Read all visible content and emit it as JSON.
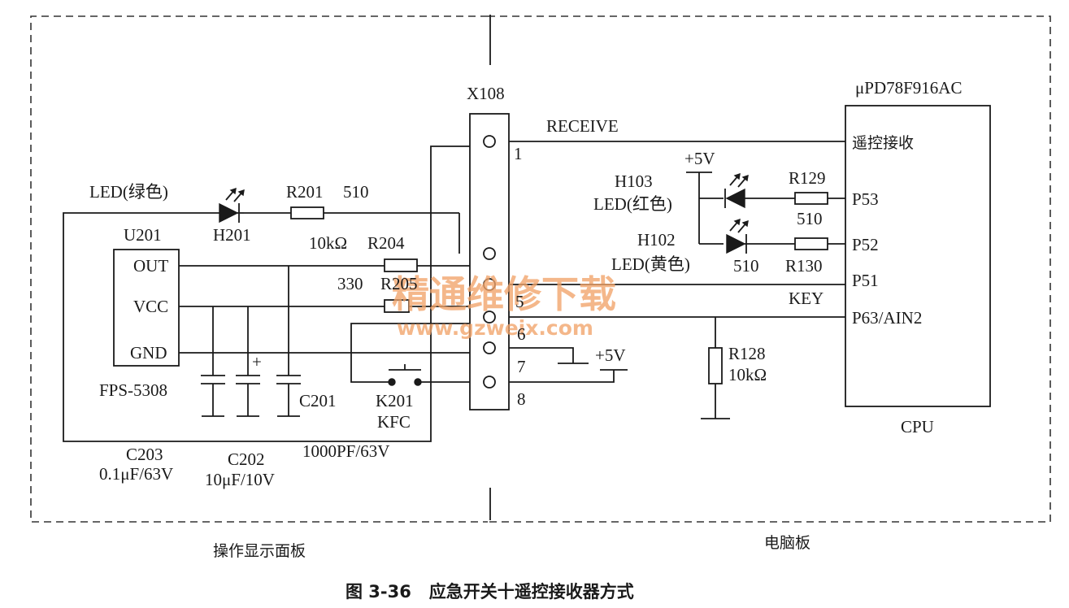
{
  "figure": {
    "caption": "图 3-36   应急开关十遥控接收器方式",
    "left_board_label": "操作显示面板",
    "right_board_label": "电脑板"
  },
  "watermark": {
    "text_cn": "精通维修下载",
    "text_url": "www.gzweix.com",
    "color": "#f2a46a"
  },
  "connector": {
    "ref": "X108",
    "pins": [
      "1",
      "5",
      "6",
      "7",
      "8"
    ]
  },
  "left_board": {
    "module_ref": "U201",
    "module_part": "FPS-5308",
    "module_pins": [
      "OUT",
      "VCC",
      "GND"
    ],
    "led_label": "LED(绿色)",
    "led_ref": "H201",
    "r201_ref": "R201",
    "r201_value": "510",
    "r204_ref": "R204",
    "r204_value": "10kΩ",
    "r205_ref": "R205",
    "r205_value": "330",
    "c201_ref": "C201",
    "c201_value": "1000PF/63V",
    "c202_ref": "C202",
    "c202_value": "10μF/10V",
    "c203_ref": "C203",
    "c203_value": "0.1μF/63V",
    "c202_polarity": "+",
    "switch_ref": "K201",
    "switch_name": "KFC"
  },
  "right_board": {
    "cpu_part": "μPD78F916AC",
    "cpu_label": "CPU",
    "cpu_pins": [
      "遥控接收",
      "P53",
      "P52",
      "P51",
      "P63/AIN2"
    ],
    "receive_net": "RECEIVE",
    "key_net": "KEY",
    "supply": "+5V",
    "h103_ref": "H103",
    "h103_label": "LED(红色)",
    "h102_ref": "H102",
    "h102_label": "LED(黄色)",
    "r129_ref": "R129",
    "r129_value": "510",
    "r130_ref": "R130",
    "r130_value": "510",
    "r128_ref": "R128",
    "r128_value": "10kΩ"
  }
}
